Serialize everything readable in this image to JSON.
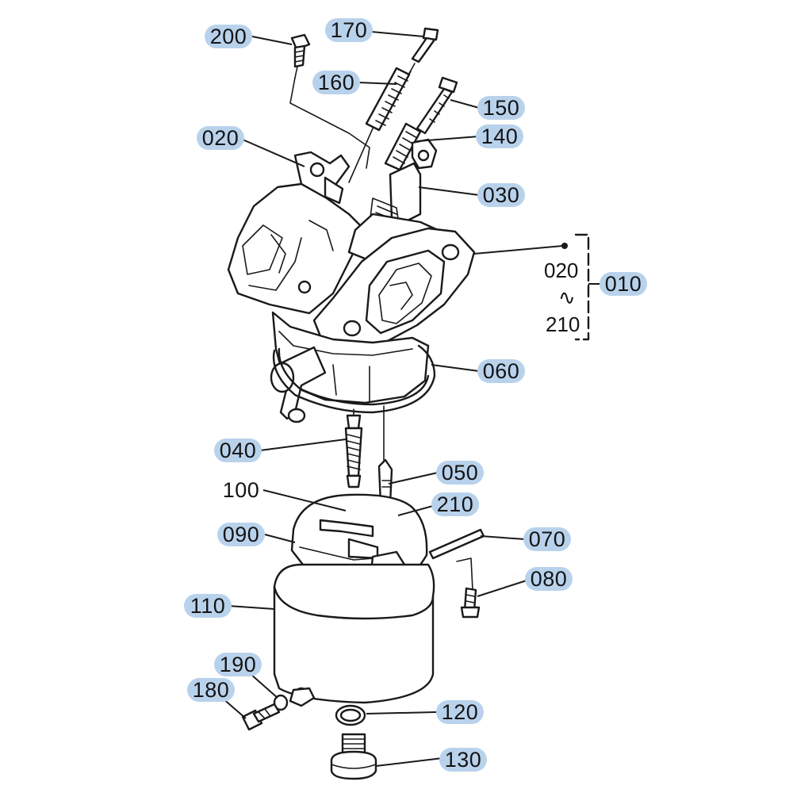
{
  "callouts": [
    {
      "id": "200",
      "text": "200",
      "highlighted": true
    },
    {
      "id": "170",
      "text": "170",
      "highlighted": true
    },
    {
      "id": "160",
      "text": "160",
      "highlighted": true
    },
    {
      "id": "150",
      "text": "150",
      "highlighted": true
    },
    {
      "id": "140",
      "text": "140",
      "highlighted": true
    },
    {
      "id": "020",
      "text": "020",
      "highlighted": true
    },
    {
      "id": "030",
      "text": "030",
      "highlighted": true
    },
    {
      "id": "010",
      "text": "010",
      "highlighted": true
    },
    {
      "id": "060",
      "text": "060",
      "highlighted": true
    },
    {
      "id": "040",
      "text": "040",
      "highlighted": true
    },
    {
      "id": "050",
      "text": "050",
      "highlighted": true
    },
    {
      "id": "100",
      "text": "100",
      "highlighted": false
    },
    {
      "id": "210",
      "text": "210",
      "highlighted": true
    },
    {
      "id": "090",
      "text": "090",
      "highlighted": true
    },
    {
      "id": "070",
      "text": "070",
      "highlighted": true
    },
    {
      "id": "080",
      "text": "080",
      "highlighted": true
    },
    {
      "id": "110",
      "text": "110",
      "highlighted": true
    },
    {
      "id": "190",
      "text": "190",
      "highlighted": true
    },
    {
      "id": "180",
      "text": "180",
      "highlighted": true
    },
    {
      "id": "120",
      "text": "120",
      "highlighted": true
    },
    {
      "id": "130",
      "text": "130",
      "highlighted": true
    }
  ],
  "assembly_range": {
    "from": "020",
    "separator": "∿",
    "to": "210"
  },
  "colors": {
    "highlight": "#b9d2ec",
    "ink": "#1a1a1a",
    "background": "#ffffff"
  }
}
